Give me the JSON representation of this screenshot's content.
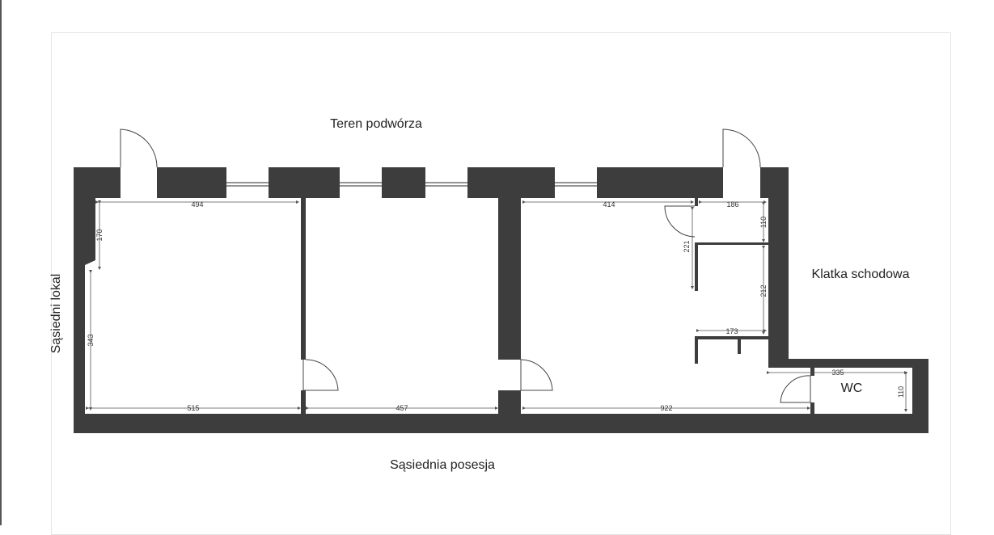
{
  "labels": {
    "top": "Teren podwórza",
    "bottom": "Sąsiednia posesja",
    "left": "Sąsiedni lokal",
    "right": "Klatka schodowa",
    "wc": "WC"
  },
  "dimensions": {
    "room1_top": "494",
    "room1_left_upper": "170",
    "room1_left": "343",
    "room1_bottom": "515",
    "room2_bottom": "457",
    "room3_top": "414",
    "room3_top_right": "186",
    "room3_right_upper": "110",
    "room3_inner_upper": "221",
    "room3_right_middle": "212",
    "room3_cupboard": "173",
    "room3_bottom": "922",
    "wc_top": "335",
    "wc_right": "110"
  },
  "colors": {
    "wall": "#3d3d3d",
    "background": "#ffffff"
  }
}
